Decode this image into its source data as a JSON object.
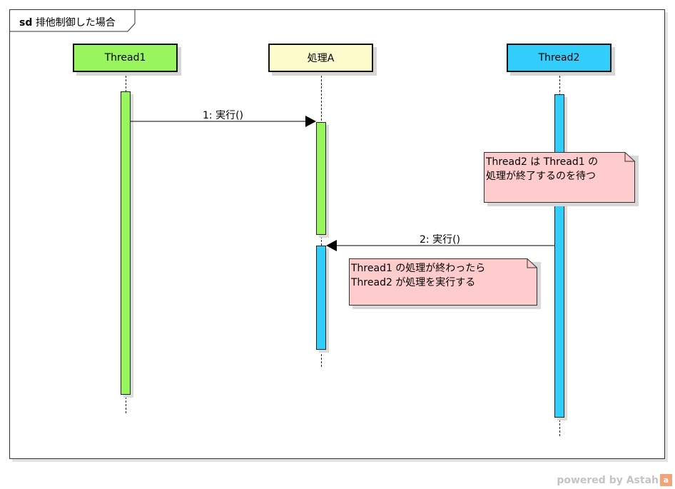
{
  "frame": {
    "kind": "sd",
    "title": "排他制御した場合"
  },
  "lifelines": [
    {
      "name": "Thread1",
      "color": "#98f55e"
    },
    {
      "name": "処理A",
      "color": "#fdfccc"
    },
    {
      "name": "Thread2",
      "color": "#32cdfb"
    }
  ],
  "messages": [
    {
      "label": "1: 実行()",
      "from": "Thread1",
      "to": "処理A"
    },
    {
      "label": "2: 実行()",
      "from": "Thread2",
      "to": "処理A"
    }
  ],
  "notes": [
    {
      "line1": "Thread2 は Thread1 の",
      "line2": "処理が終了するのを待つ",
      "color": "#fecccc"
    },
    {
      "line1": "Thread1 の処理が終わったら",
      "line2": "Thread2 が処理を実行する",
      "color": "#fecccc"
    }
  ],
  "watermark": "powered by Astah",
  "watermark_icon": "astah-logo-icon"
}
